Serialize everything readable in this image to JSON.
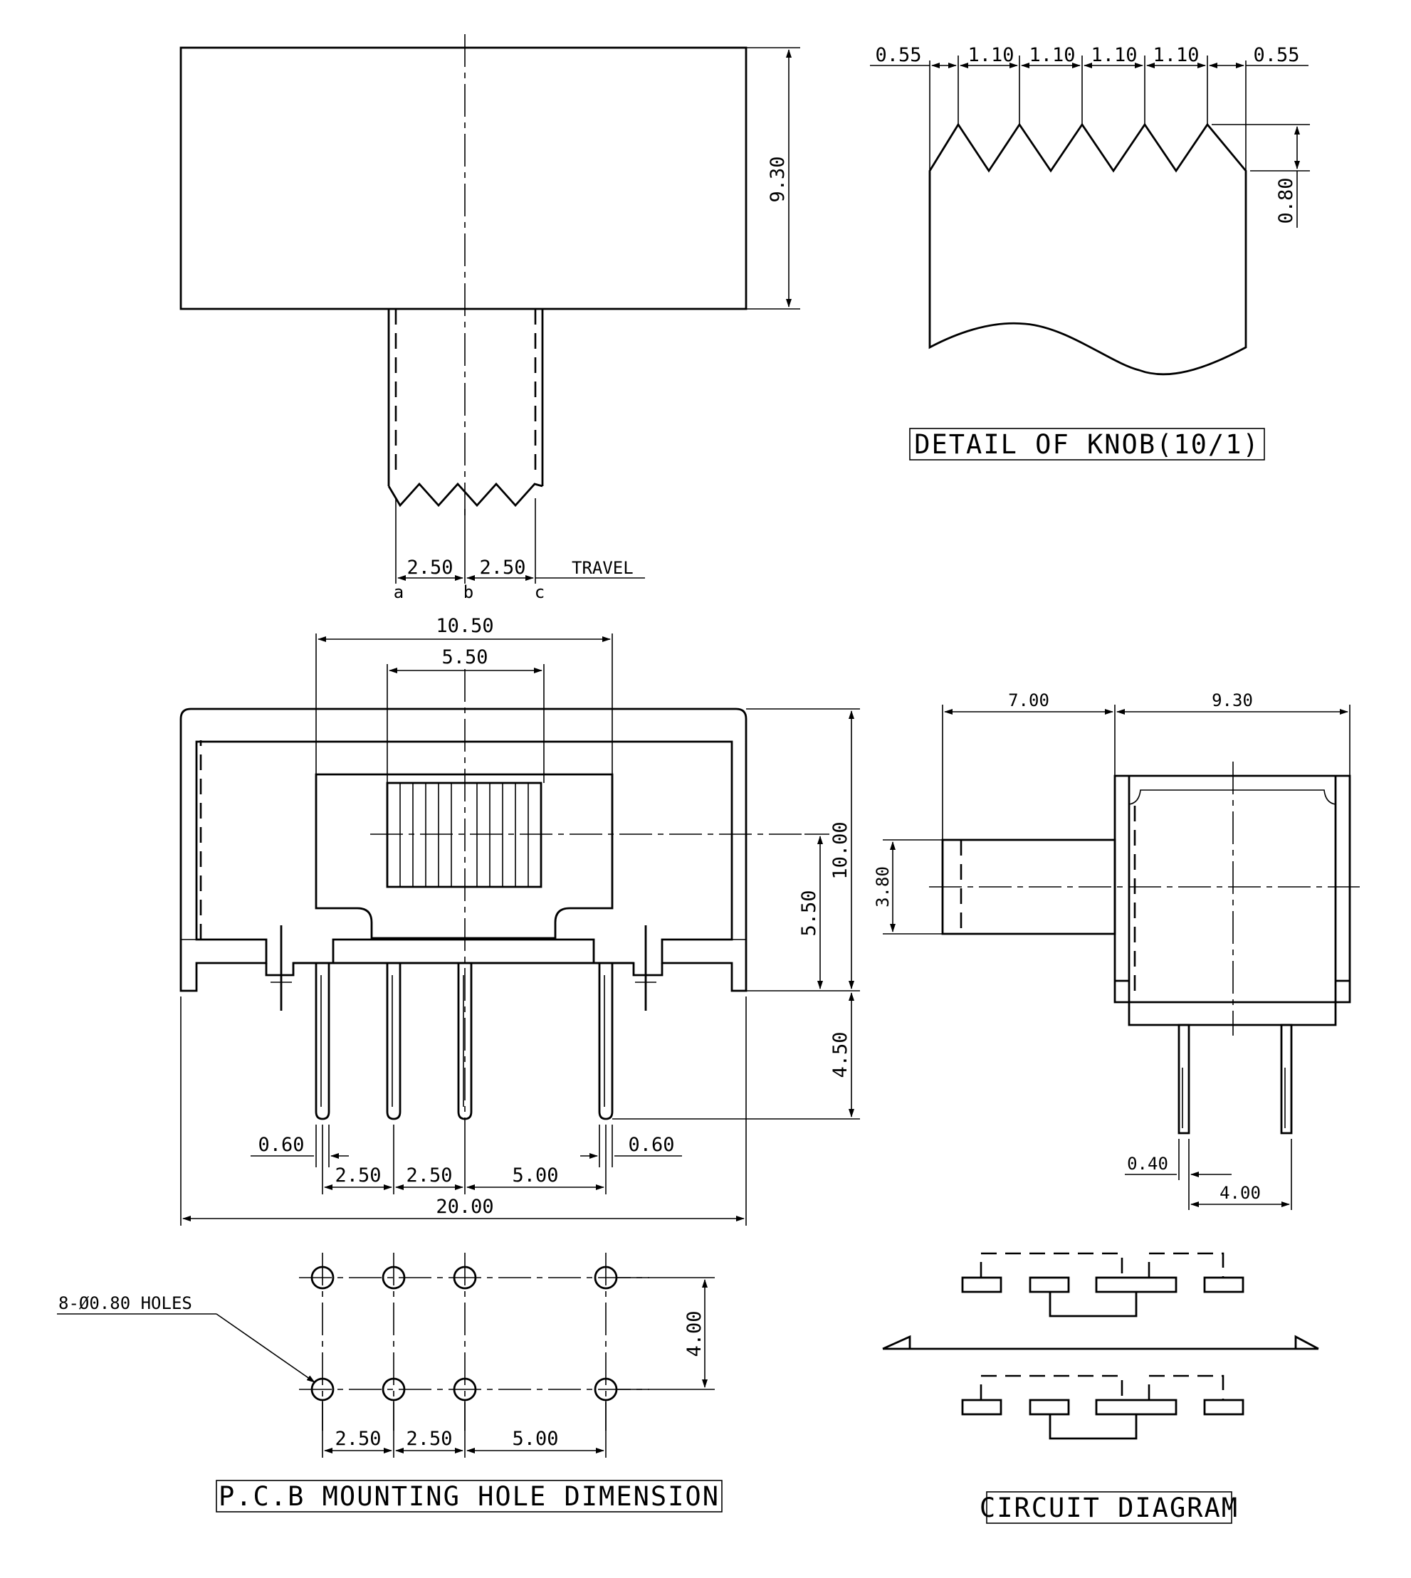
{
  "top_view": {
    "height_dim": "9.30",
    "travel_left": "2.50",
    "travel_right": "2.50",
    "travel_label": "TRAVEL",
    "pos_a": "a",
    "pos_b": "b",
    "pos_c": "c"
  },
  "knob_detail": {
    "pitch_end_left": "0.55",
    "pitch_1": "1.10",
    "pitch_2": "1.10",
    "pitch_3": "1.10",
    "pitch_4": "1.10",
    "pitch_end_right": "0.55",
    "tooth_depth": "0.80",
    "title": "DETAIL OF KNOB(10/1)"
  },
  "front_view": {
    "slot_width": "10.50",
    "knob_width": "5.50",
    "total_height": "10.00",
    "knob_center_height": "5.50",
    "pin_length": "4.50",
    "pin_width_left": "0.60",
    "pin_width_right": "0.60",
    "pin_pitch_1": "2.50",
    "pin_pitch_2": "2.50",
    "pin_pitch_3": "5.00",
    "total_width": "20.00"
  },
  "side_view": {
    "knob_length": "7.00",
    "body_depth": "9.30",
    "knob_height": "3.80",
    "pin_thickness": "0.40",
    "pin_spacing": "4.00"
  },
  "pcb_layout": {
    "holes_label": "8-Ø0.80 HOLES",
    "row_spacing": "4.00",
    "pitch_1": "2.50",
    "pitch_2": "2.50",
    "pitch_3": "5.00",
    "title": "P.C.B MOUNTING HOLE DIMENSION"
  },
  "circuit": {
    "title": "CIRCUIT DIAGRAM"
  }
}
